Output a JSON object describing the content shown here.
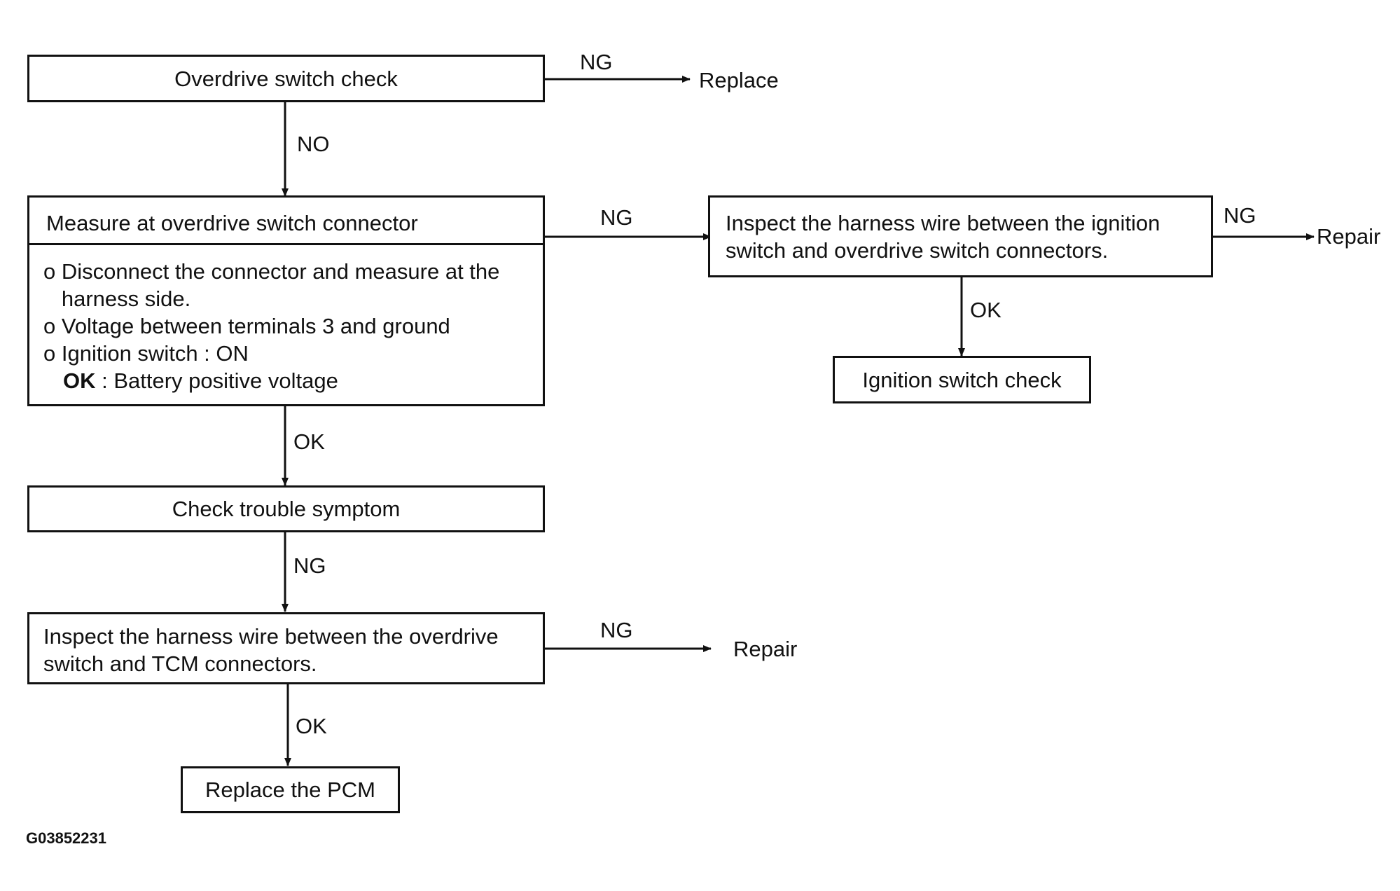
{
  "nodes": {
    "overdrive_check": "Overdrive switch check",
    "measure_header": "Measure at overdrive switch connector",
    "measure_lines": [
      "o Disconnect the connector and measure at the",
      "   harness side.",
      "o Voltage between terminals 3 and ground",
      "o Ignition switch : ON"
    ],
    "measure_ok_label": "OK",
    "measure_ok_text": " : Battery positive voltage",
    "inspect_ignition_line1": "Inspect the harness wire between the ignition",
    "inspect_ignition_line2": "switch and overdrive switch connectors.",
    "ignition_switch_check": "Ignition switch check",
    "check_trouble": "Check trouble symptom",
    "inspect_tcm_line1": "Inspect the harness wire between the overdrive",
    "inspect_tcm_line2": "switch and TCM connectors.",
    "replace_pcm": "Replace the PCM"
  },
  "outcomes": {
    "replace": "Replace",
    "repair_1": "Repair",
    "repair_2": "Repair"
  },
  "edge_labels": {
    "ng_replace": "NG",
    "no_measure": "NO",
    "ng_inspect_ignition": "NG",
    "ng_repair_1": "NG",
    "ok_ignition_check": "OK",
    "ok_check_trouble": "OK",
    "ng_inspect_tcm": "NG",
    "ng_repair_2": "NG",
    "ok_replace_pcm": "OK"
  },
  "figure_id": "G03852231"
}
